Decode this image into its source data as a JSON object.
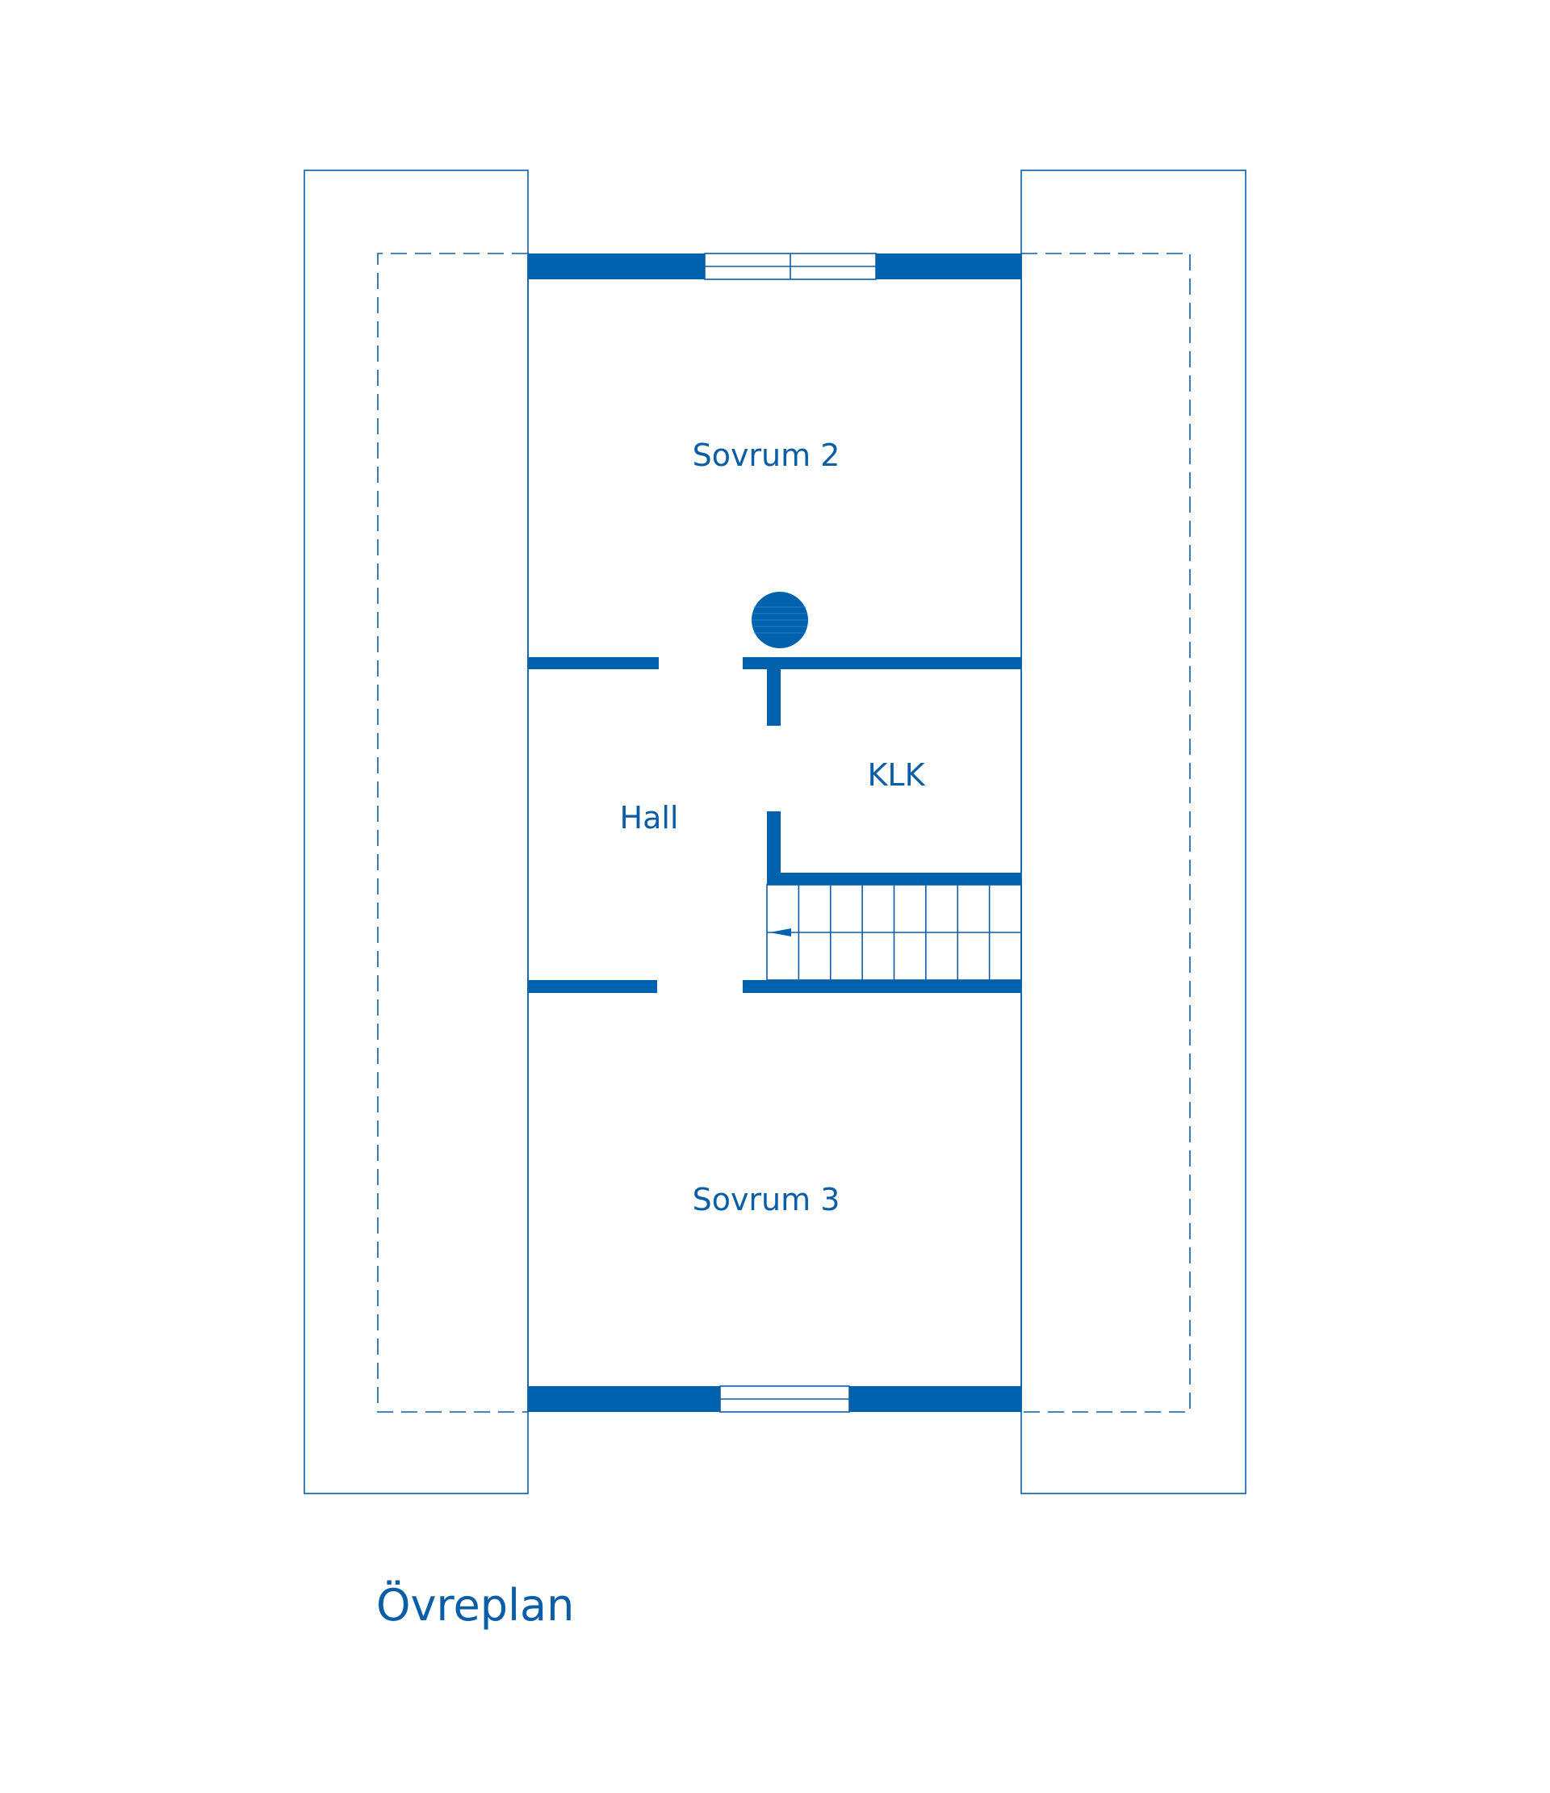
{
  "plan": {
    "title": "Övreplan",
    "rooms": {
      "sovrum2": "Sovrum 2",
      "klk": "KLK",
      "hall": "Hall",
      "sovrum3": "Sovrum 3"
    }
  },
  "colors": {
    "line": "#0a5ea8",
    "wall": "#0062ae",
    "background": "#ffffff"
  },
  "stairs": {
    "steps": 8
  }
}
